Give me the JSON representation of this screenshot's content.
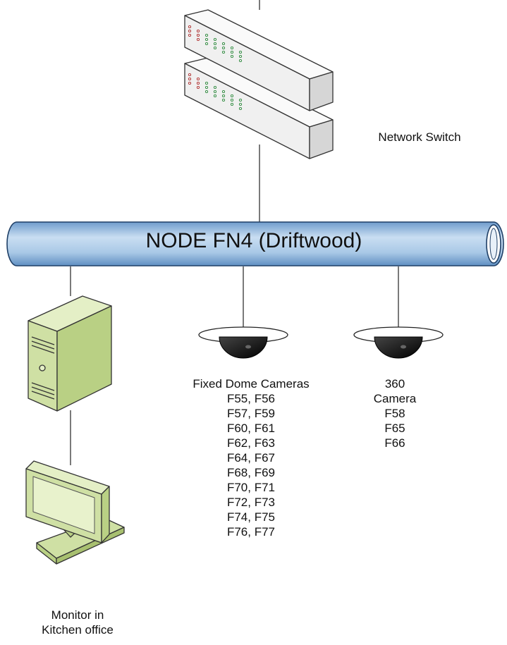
{
  "node": {
    "title": "NODE FN4 (Driftwood)"
  },
  "network_switch": {
    "label": "Network Switch"
  },
  "fixed_dome": {
    "label": "Fixed Dome Cameras",
    "ids": [
      "F55, F56",
      "F57, F59",
      "F60, F61",
      "F62, F63",
      "F64, F67",
      "F68, F69",
      "F70, F71",
      "F72, F73",
      "F74, F75",
      "F76, F77"
    ]
  },
  "camera_360": {
    "label_lines": [
      "360",
      "Camera"
    ],
    "ids": [
      "F58",
      "F65",
      "F66"
    ]
  },
  "monitor": {
    "label_lines": [
      "Monitor in",
      "Kitchen office"
    ]
  },
  "colors": {
    "bus_fill": "#a9c8e6",
    "device_fill": "#cfe0a4",
    "switch_fill": "#f2f2f2",
    "dome_fill": "#000000"
  }
}
